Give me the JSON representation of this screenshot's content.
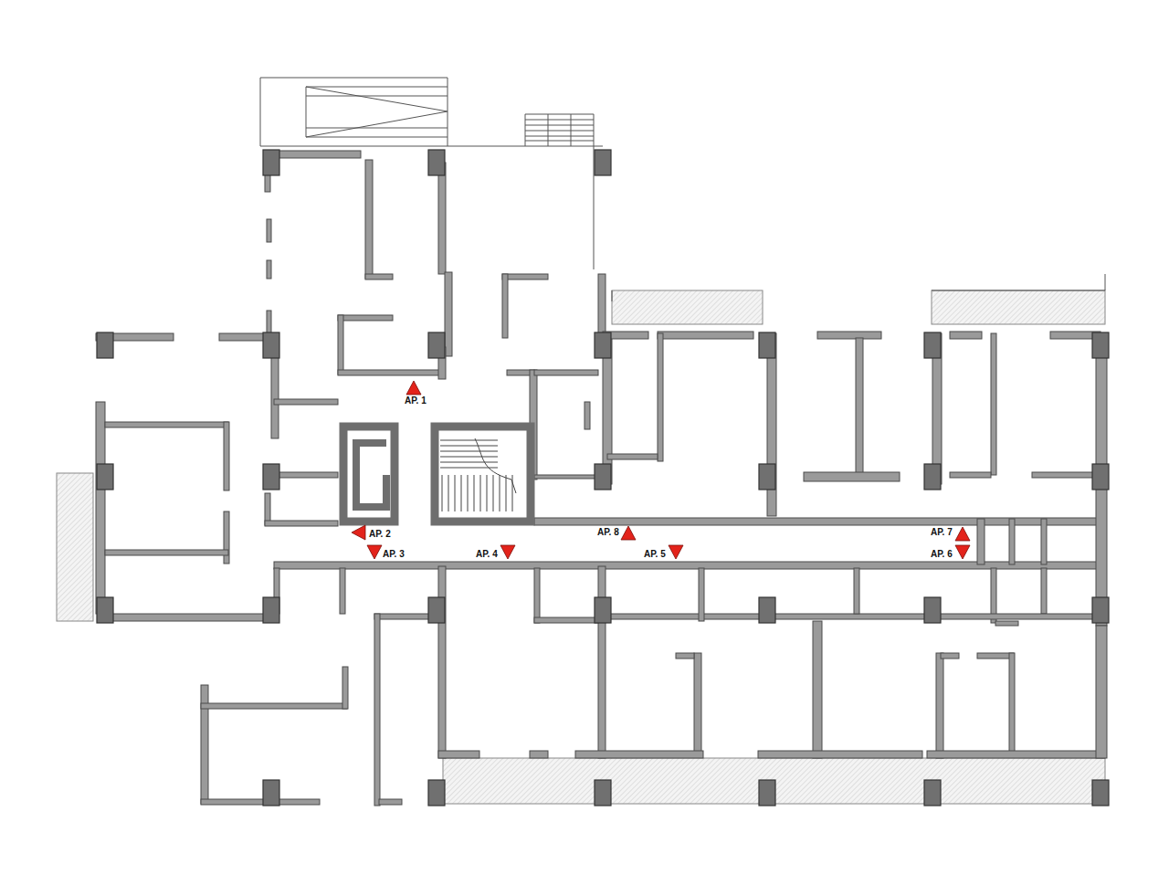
{
  "diagram": {
    "labels": [
      "AP. 1",
      "AP. 2",
      "AP. 3",
      "AP. 4",
      "AP. 8",
      "AP. 5",
      "AP. 7",
      "AP. 6"
    ]
  }
}
